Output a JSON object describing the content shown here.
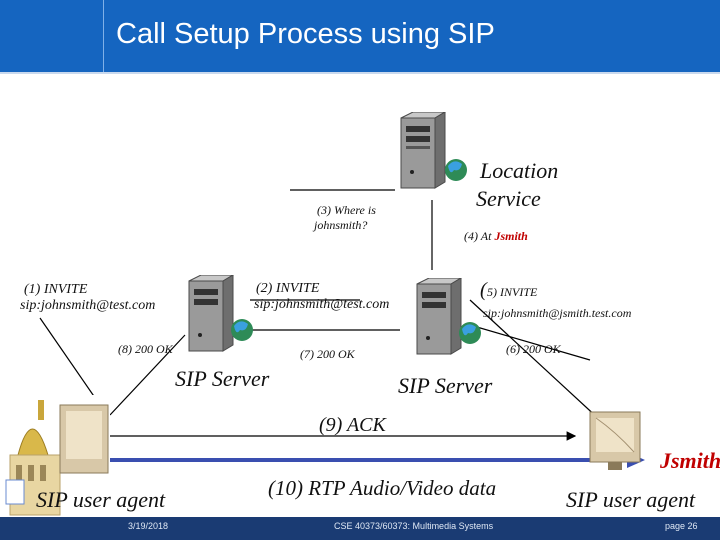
{
  "title": "Call Setup Process using SIP",
  "labels": {
    "location_service_1": "Location",
    "location_service_2": "Service",
    "where_is_1": "(3) Where is",
    "where_is_2": "johnsmith?",
    "at_jsmith_prefix": "(4) At",
    "at_jsmith_name": "Jsmith",
    "invite1_1": "(1)   INVITE",
    "invite1_2": "sip:johnsmith@test.com",
    "invite2_1": "(2) INVITE",
    "invite2_2": "sip:johnsmith@test.com",
    "invite5_paren": "(",
    "invite5_1": "5) INVITE",
    "invite5_2": "sip:johnsmith@jsmith.test.com",
    "ok8": "(8) 200 OK",
    "ok7": "(7) 200 OK",
    "ok6": "(6) 200 OK",
    "sip_server_left": "SIP Server",
    "sip_server_right": "SIP Server",
    "ack": "(9) ACK",
    "jsmith": "Jsmith",
    "sip_ua_left": "SIP user agent",
    "rtp": "(10) RTP Audio/Video data",
    "sip_ua_right": "SIP user agent"
  },
  "footer": {
    "date": "3/19/2018",
    "course": "CSE 40373/60373: Multimedia Systems",
    "page": "page 26"
  },
  "colors": {
    "header_bg": "#1565c0",
    "footer_bg": "#1a3b73",
    "highlight_red": "#c00000",
    "rtp_arrow": "#3a4fb0"
  }
}
